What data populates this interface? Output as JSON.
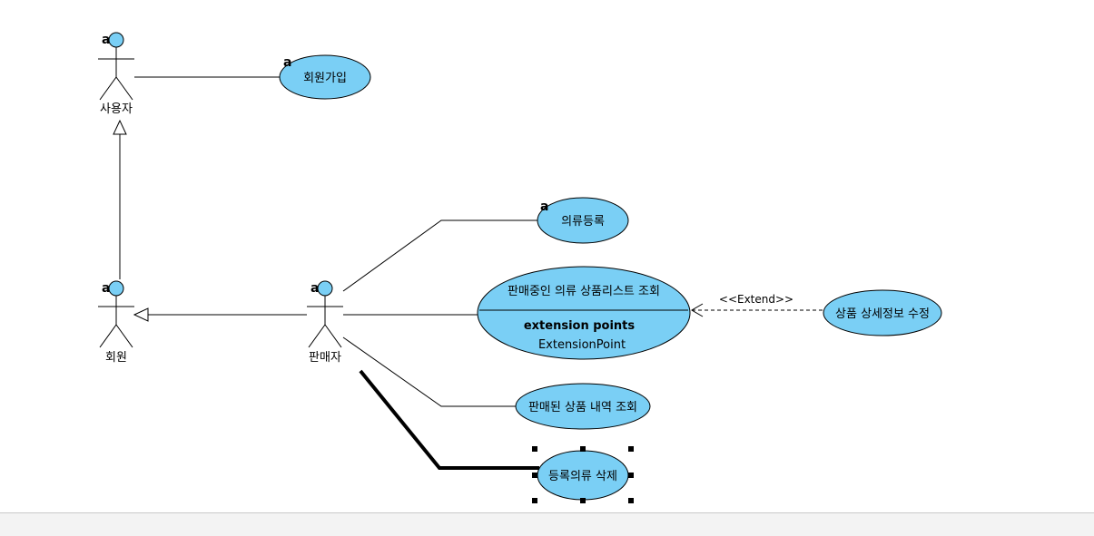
{
  "diagram": {
    "actors": {
      "user": "사용자",
      "member": "회원",
      "seller": "판매자"
    },
    "usecases": {
      "signup": "회원가입",
      "register_clothing": "의류등록",
      "list_selling": "판매중인 의류 상품리스트 조회",
      "extension_title": "extension points",
      "extension_point": "ExtensionPoint",
      "edit_detail": "상품 상세정보 수정",
      "sold_history": "판매된 상품 내역 조회",
      "delete_clothing": "등록의류 삭제"
    },
    "stereotype_extend": "<<Extend>>",
    "marker": "a",
    "colors": {
      "fill": "#7acff5",
      "stroke": "#000000"
    }
  }
}
